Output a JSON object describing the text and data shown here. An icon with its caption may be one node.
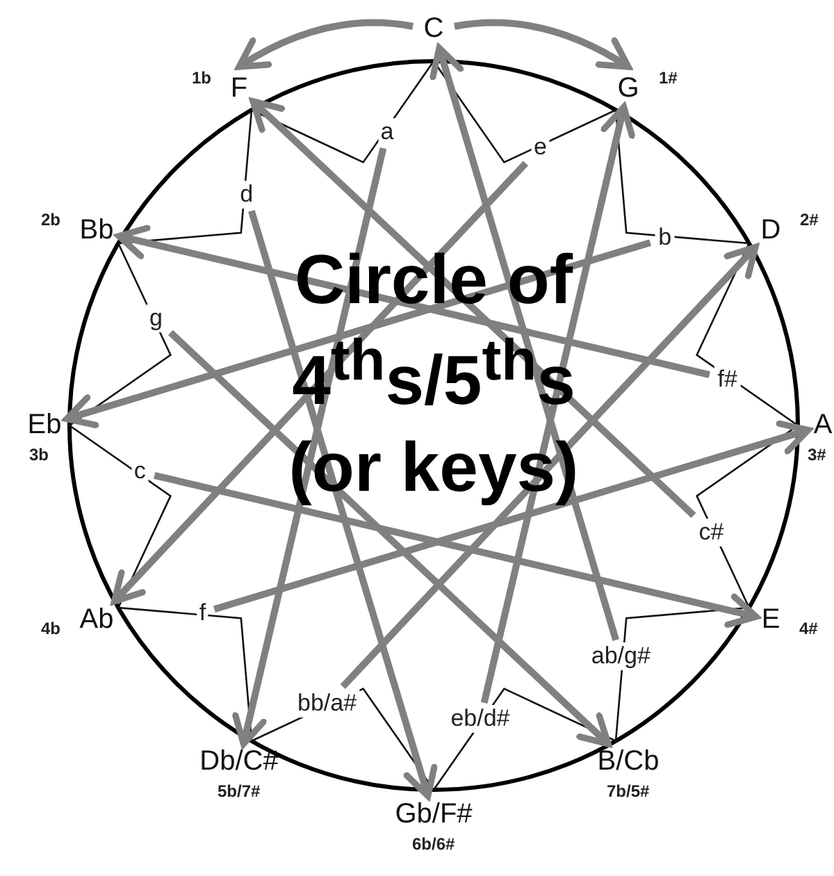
{
  "diagram": {
    "title": "Circle of 4$^{th}$s/5$^{th}$s (or keys)",
    "nodes": [
      {
        "text": [
          "C"
        ]
      },
      {
        "text": [
          "G"
        ],
        "beside": [
          "1#"
        ]
      },
      {
        "text": [
          "D"
        ],
        "beside": [
          "2#"
        ]
      },
      {
        "text": [
          "A"
        ],
        "beside": [
          "3#"
        ]
      },
      {
        "text": [
          "E"
        ],
        "beside": [
          "4#"
        ]
      },
      {
        "text": [
          "B/Cb"
        ],
        "beside": [
          "7b/5#"
        ]
      },
      {
        "text": [
          "Gb/F#"
        ],
        "beside": [
          "6b/6#"
        ]
      },
      {
        "text": [
          "Db/C#"
        ],
        "beside": [
          "5b/7#"
        ]
      },
      {
        "text": [
          "Ab"
        ],
        "beside": [
          "4b"
        ]
      },
      {
        "text": [
          "Eb"
        ],
        "beside": [
          "3b"
        ]
      },
      {
        "text": [
          "Bb"
        ],
        "beside": [
          "2b"
        ]
      },
      {
        "text": [
          "F"
        ],
        "beside": [
          "1b"
        ]
      },
      {
        "text": [
          "a"
        ]
      },
      {
        "text": [
          "e"
        ]
      },
      {
        "text": [
          "b"
        ]
      },
      {
        "text": [
          "f#"
        ]
      },
      {
        "text": [
          "c#"
        ]
      },
      {
        "text": [
          "ab/g#"
        ]
      },
      {
        "text": [
          "eb/d#"
        ]
      },
      {
        "text": [
          "bb/a#"
        ]
      },
      {
        "text": [
          "f"
        ]
      },
      {
        "text": [
          "c"
        ]
      },
      {
        "text": [
          "g"
        ]
      },
      {
        "text": [
          "d"
        ]
      }
    ],
    "edges": [
      {
        "from": 0,
        "to": 11,
        "arrow": "to"
      },
      {
        "from": 0,
        "to": 1,
        "arrow": "to"
      },
      {
        "from": 12,
        "to": 7,
        "arrow": "to"
      },
      {
        "from": 13,
        "to": 8,
        "arrow": "to"
      },
      {
        "from": 14,
        "to": 9,
        "arrow": "to"
      },
      {
        "from": 15,
        "to": 10,
        "arrow": "to"
      },
      {
        "from": 16,
        "to": 11,
        "arrow": "to"
      },
      {
        "from": 17,
        "to": 0,
        "arrow": "to"
      },
      {
        "from": 18,
        "to": 1,
        "arrow": "to"
      },
      {
        "from": 19,
        "to": 2,
        "arrow": "to"
      },
      {
        "from": 20,
        "to": 3,
        "arrow": "to"
      },
      {
        "from": 21,
        "to": 4,
        "arrow": "to"
      },
      {
        "from": 22,
        "to": 5,
        "arrow": "to"
      },
      {
        "from": 23,
        "to": 6,
        "arrow": "to"
      }
    ]
  }
}
